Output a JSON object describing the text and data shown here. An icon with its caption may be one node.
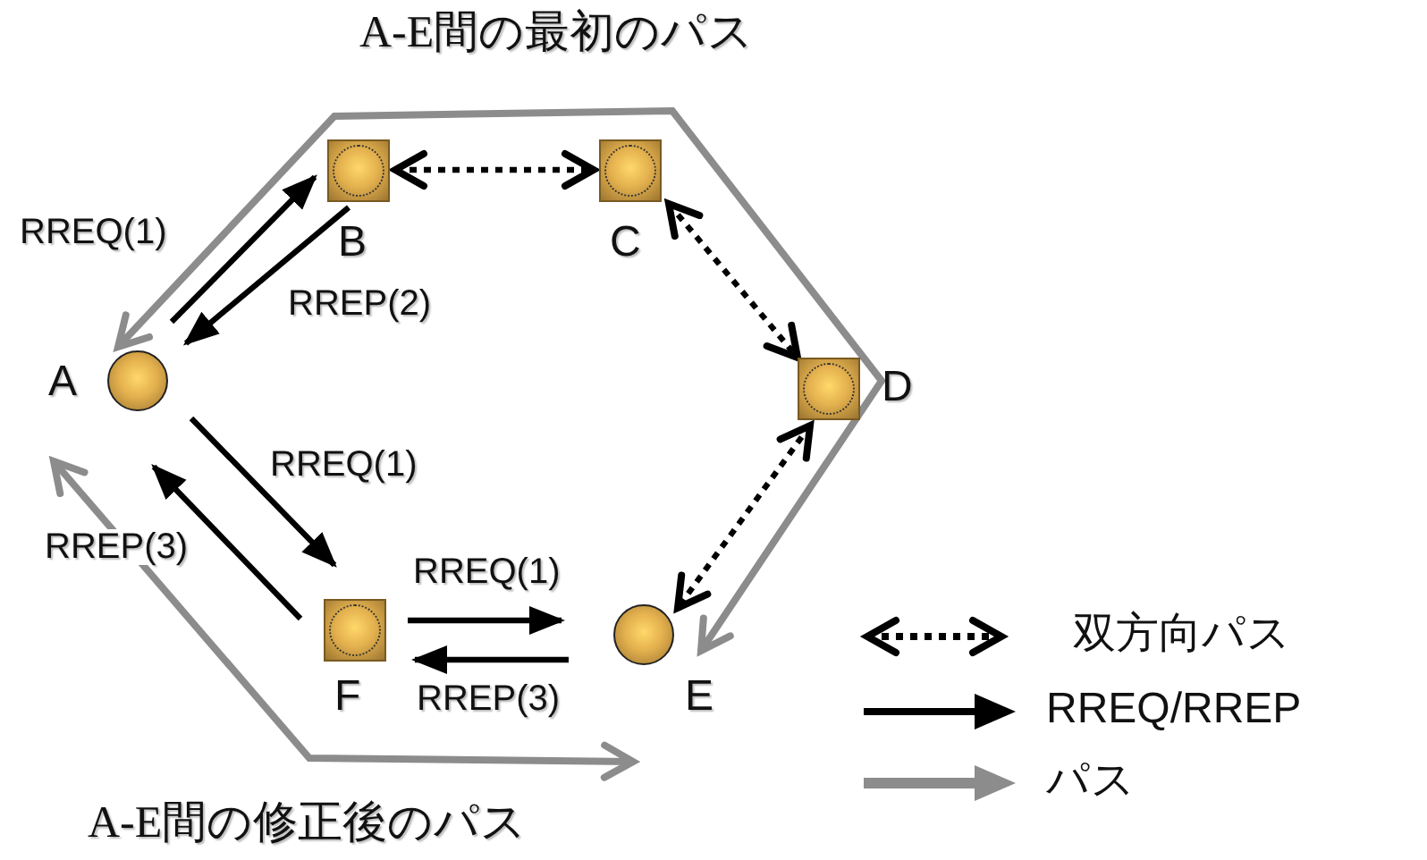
{
  "diagram": {
    "nodes": [
      {
        "text": [],
        "shape": "circle",
        "beside": [
          "A"
        ]
      },
      {
        "text": [],
        "shape": "box",
        "beside": [
          "B"
        ]
      },
      {
        "text": [],
        "shape": "box",
        "beside": [
          "C"
        ]
      },
      {
        "text": [],
        "shape": "box",
        "beside": [
          "D"
        ]
      },
      {
        "text": [],
        "shape": "circle",
        "beside": [
          "E"
        ]
      },
      {
        "text": [],
        "shape": "box",
        "beside": [
          "F"
        ]
      }
    ],
    "edges": [
      {
        "from": 0,
        "to": 1,
        "arrow": "to",
        "label": "RREQ(1)"
      },
      {
        "from": 1,
        "to": 0,
        "arrow": "to",
        "label": "RREP(2)"
      },
      {
        "from": 0,
        "to": 5,
        "arrow": "to",
        "label": "RREQ(1)"
      },
      {
        "from": 5,
        "to": 0,
        "arrow": "to",
        "label": "RREP(3)"
      },
      {
        "from": 5,
        "to": 4,
        "arrow": "to",
        "label": "RREQ(1)"
      },
      {
        "from": 4,
        "to": 5,
        "arrow": "to",
        "label": "RREP(3)"
      },
      {
        "from": 1,
        "to": 2,
        "arrow": "both",
        "style": "dashed"
      },
      {
        "from": 2,
        "to": 3,
        "arrow": "both",
        "style": "dashed"
      },
      {
        "from": 3,
        "to": 4,
        "arrow": "both",
        "style": "dashed"
      },
      {
        "from": 0,
        "to": 4,
        "arrow": "both",
        "color": "#8c8c8c",
        "label": "A-E間の最初のパス"
      },
      {
        "from": 0,
        "to": 4,
        "arrow": "both",
        "color": "#8c8c8c",
        "label": "A-E間の修正後のパス"
      }
    ],
    "legend": [
      {
        "text": "双方向パス"
      },
      {
        "text": "RREQ/RREP"
      },
      {
        "text": "パス"
      }
    ]
  }
}
